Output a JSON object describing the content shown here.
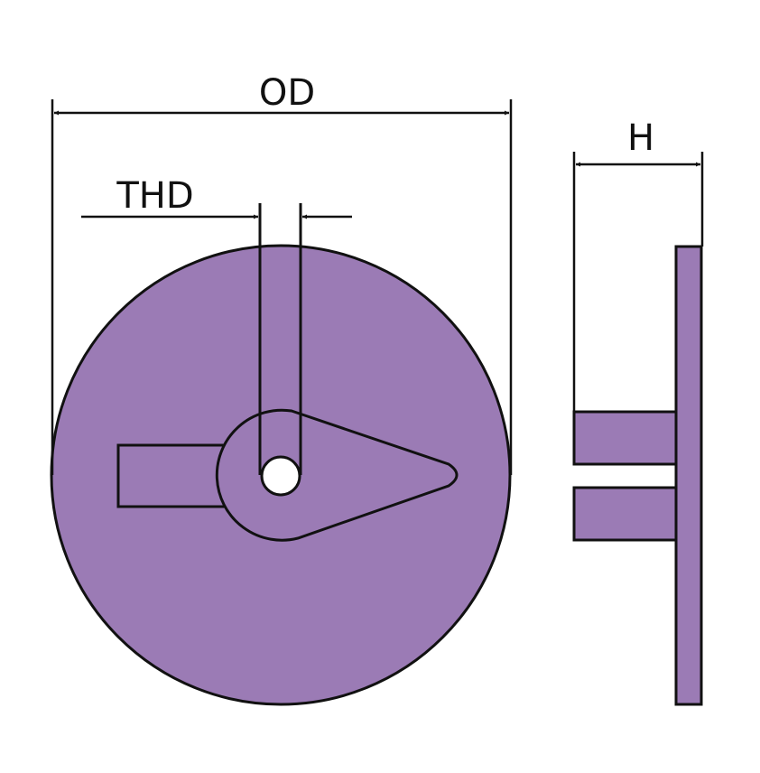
{
  "labels": {
    "outer_diameter": "OD",
    "thread_diameter": "THD",
    "height": "H"
  },
  "colors": {
    "part_fill": "#9b7bb5",
    "outline": "#111111",
    "background": "#ffffff"
  }
}
